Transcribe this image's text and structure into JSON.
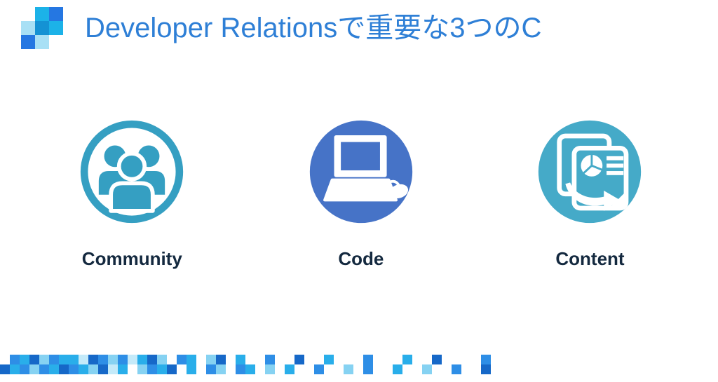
{
  "slide": {
    "title": "Developer Relationsで重要な3つのC",
    "title_color": "#2e7fd6",
    "label_color": "#14293f",
    "background": "#ffffff"
  },
  "logo": {
    "palette": {
      "cyan": "#1cb2e8",
      "blue": "#2577e2",
      "deep": "#1492d4",
      "light": "#a8e0f5"
    },
    "grid": [
      [
        null,
        "cyan",
        "blue"
      ],
      [
        "light",
        "deep",
        "cyan"
      ],
      [
        "blue",
        "light",
        null
      ]
    ]
  },
  "items": [
    {
      "label": "Community",
      "icon": "community-people-icon",
      "color": "#359fc2",
      "style": "ring-outline"
    },
    {
      "label": "Code",
      "icon": "code-laptop-icon",
      "color": "#4673c7",
      "style": "filled-circle"
    },
    {
      "label": "Content",
      "icon": "content-documents-icon",
      "color": "#45aac8",
      "style": "filled-circle"
    }
  ],
  "mosaic": {
    "palette": [
      "#1668c8",
      "#2e8ee6",
      "#29aeea",
      "#86d2f2",
      "#c4eaf9"
    ],
    "rows": [
      ".1203122401314203.12.30.2..1..0..2...1...2..0....1..",
      "0213120123042.3120.2.13.12.3.2..1..3.1..2..3..1..0.."
    ]
  }
}
